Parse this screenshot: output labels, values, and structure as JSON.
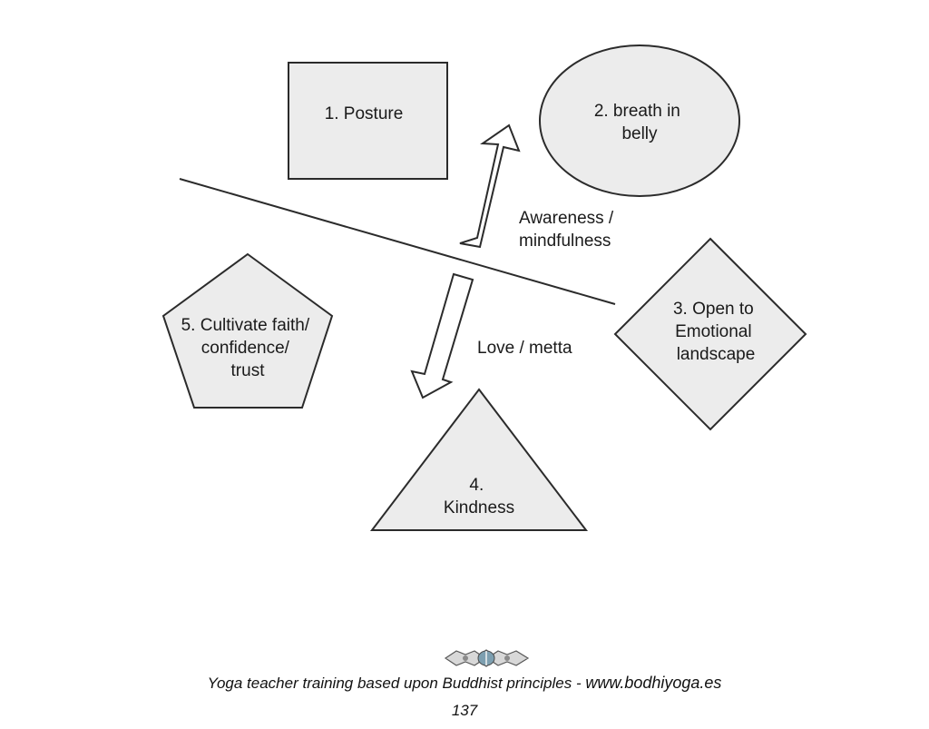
{
  "diagram": {
    "shapes": {
      "posture": {
        "kind": "rectangle",
        "lines": [
          "1. Posture"
        ]
      },
      "breath": {
        "kind": "ellipse",
        "lines": [
          "2. breath in",
          "belly"
        ]
      },
      "emotional": {
        "kind": "diamond",
        "lines": [
          "3. Open to",
          "Emotional",
          "landscape"
        ]
      },
      "kindness": {
        "kind": "triangle",
        "lines": [
          "4.",
          "Kindness"
        ]
      },
      "faith": {
        "kind": "pentagon",
        "lines": [
          "5. Cultivate faith/",
          "confidence/",
          "trust"
        ]
      }
    },
    "arrows": {
      "up": {
        "direction": "up",
        "lines": [
          "Awareness /",
          "mindfulness"
        ]
      },
      "down": {
        "direction": "down",
        "lines": [
          "Love / metta"
        ]
      }
    },
    "colors": {
      "shape_fill": "#ececec",
      "stroke": "#2b2b2b",
      "arrow_fill": "#ffffff"
    }
  },
  "footer": {
    "text": "Yoga teacher training based upon Buddhist principles - ",
    "url": "www.bodhiyoga.es",
    "page_number": "137",
    "emblem_icon": "vajra-emblem-icon"
  }
}
